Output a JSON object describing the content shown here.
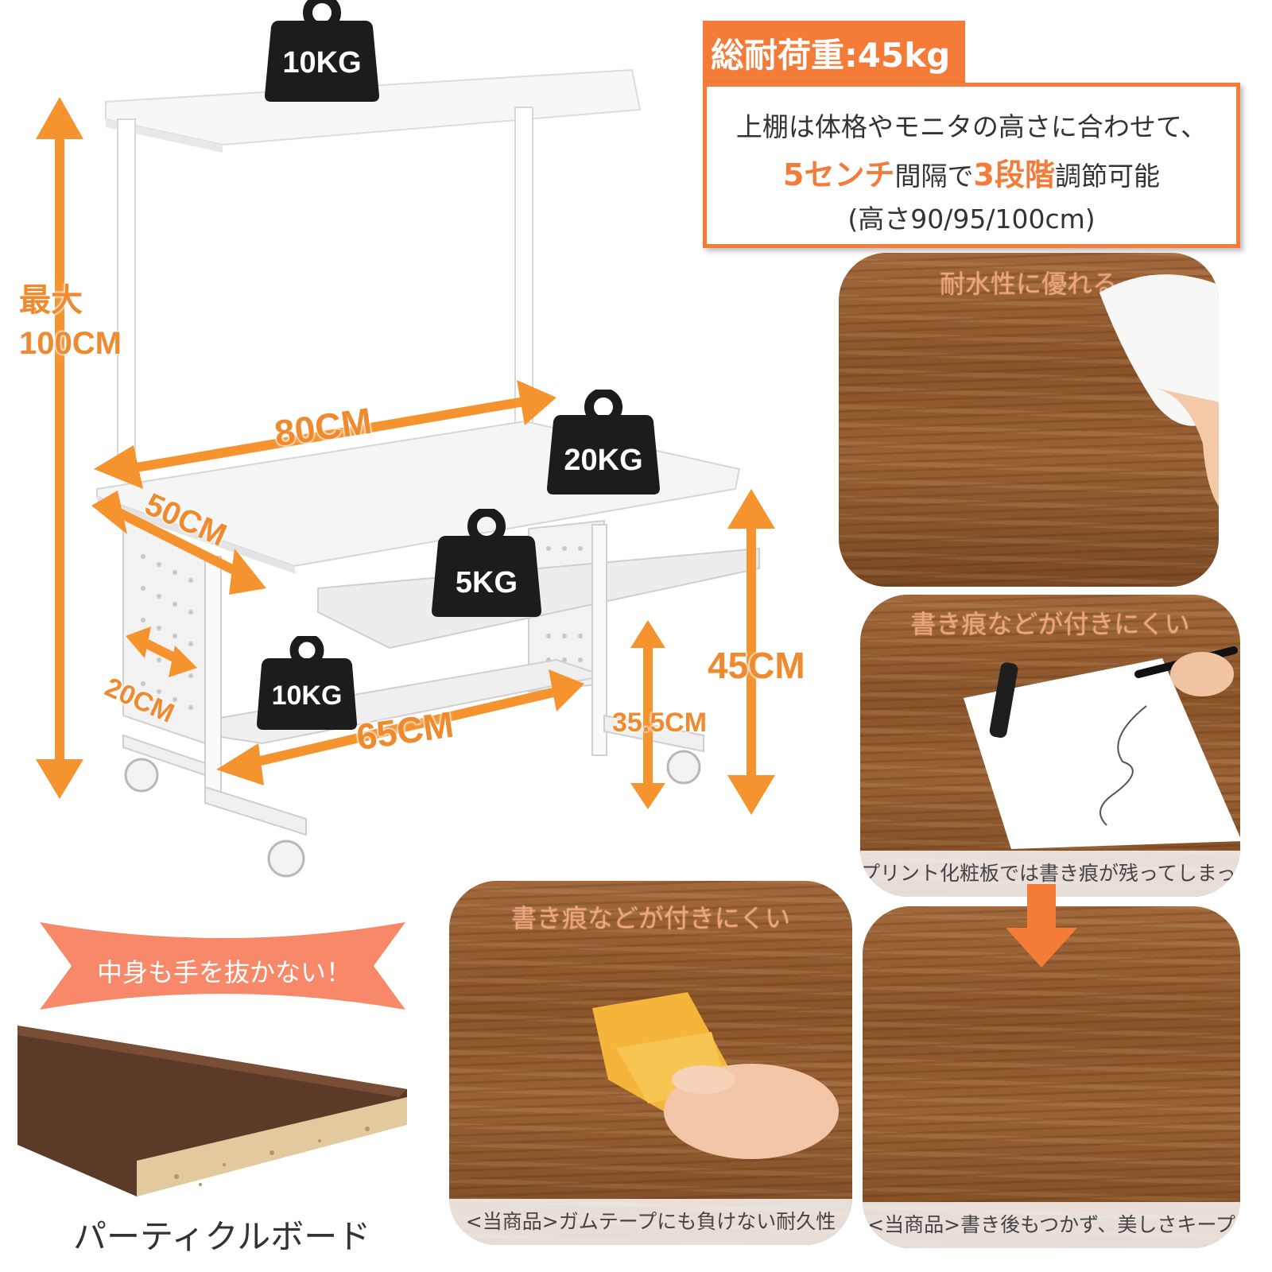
{
  "total_load": "総耐荷重:45kg",
  "shelf_note": {
    "line1": "上棚は体格やモニタの高さに合わせて、",
    "line2_accent1": "5センチ",
    "line2_mid": "間隔で",
    "line2_accent2": "3段階",
    "line2_end": "調節可能",
    "line3": "(高さ90/95/100cm)"
  },
  "dimensions": {
    "max_height_label": "最大",
    "max_height_value": "100CM",
    "width": "80CM",
    "depth": "50CM",
    "side_depth": "20CM",
    "lower_width": "65CM",
    "desk_height": "45CM",
    "lower_height": "35.5CM"
  },
  "weights": {
    "top_shelf": "10KG",
    "desk": "20KG",
    "keyboard_tray": "5KG",
    "bottom_shelf": "10KG"
  },
  "panels": {
    "water_resistant": "耐水性に優れる",
    "scratch_top": "書き痕などが付きにくい",
    "print_board_caption": "プリント化粧板では書き痕が残ってしまった",
    "scratch_bottom": "書き痕などが付きにくい",
    "tape_caption": "<当商品>ガムテープにも負けない耐久性",
    "clean_caption": "<当商品>書き後もつかず、美しさキープ"
  },
  "ribbon": "中身も手を抜かない！",
  "board_label": "パーティクルボード",
  "colors": {
    "accent": "#f47b38",
    "dimension_orange": "#f08a2e",
    "wood": "#8a5429",
    "weight_icon": "#1c1c1c"
  }
}
